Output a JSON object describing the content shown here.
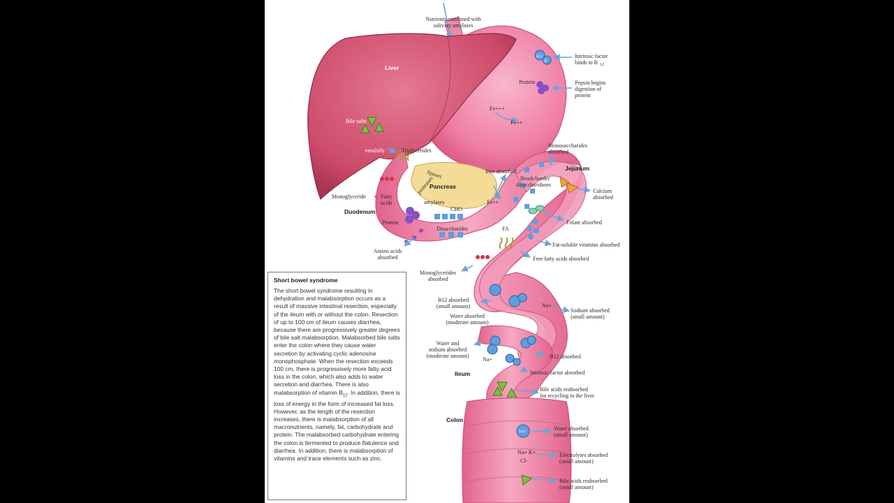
{
  "labels": {
    "nutrients": [
      "Nutrients combined with",
      "salivary amylases"
    ],
    "intrinsic_factor": [
      "Intrinsic factor",
      "binds to B"
    ],
    "intrinsic_sub": "12",
    "pepsin": [
      "Pepsin begins",
      "digestion of",
      "protein"
    ],
    "protein_stomach": "Protein",
    "liver": "Liver",
    "bile_salts": "Bile salts",
    "fe3": "Fe+++",
    "fe2": "Fe++",
    "emulsify": "emulsify",
    "triglycerides": "Triglycerides",
    "lipases": "lipases",
    "proteases": "proteases",
    "pancreas": "Pancreas",
    "iron_absorbed": "Iron absorbed",
    "monosaccharides": [
      "Monosaccharides",
      "absorbed"
    ],
    "jejunum": "Jejunum",
    "brush_border": [
      "Brush border",
      "disaccharidases"
    ],
    "calcium": [
      "Calcium",
      "absorbed"
    ],
    "monoglyceride": "Monoglyceride",
    "plus": "+",
    "fatty_acids": [
      "Fatty",
      "acids"
    ],
    "amylases": "amylases",
    "fe2_b": "Fe++",
    "cho": "CHO",
    "duodenum": "Duodenum",
    "protein_duod": "Protein",
    "disaccharides": "Disaccharides",
    "folate": "Folate absorbed",
    "fa": "FA",
    "fat_soluble": "Fat-soluble vitamins absorbed",
    "amino_acids": [
      "Amino acids",
      "absorbed"
    ],
    "free_fatty": "Free fatty acids absorbed",
    "monoglycerides_abs": [
      "Monoglycerides",
      "absorbed"
    ],
    "b12_small": [
      "B12 absorbed",
      "(small amount)"
    ],
    "water_mod": [
      "Water absorbed",
      "(moderate amount)"
    ],
    "na": "Na+",
    "sodium_abs": [
      "Sodium absorbed",
      "(small amount)"
    ],
    "water_sodium": [
      "Water and",
      "sodium absorbed",
      "(moderate amount)"
    ],
    "b12_abs": "B12 absorbed",
    "na2": "Na+",
    "intrinsic_abs": "Intrinsic factor absorbed",
    "ileum": "Ileum",
    "bile_reabs": [
      "Bile acids reabsorbed",
      "for recycling to the liver"
    ],
    "colon": "Colon",
    "water_small": [
      "Water absorbed",
      "(small amount)"
    ],
    "nak": "Na+  K+",
    "cl": "Cl-",
    "electrolytes": [
      "Electrolytes absorbed",
      "(small amount)"
    ],
    "bile_reabs2": [
      "Bile acids reabsorbed",
      "(small amount)"
    ],
    "h2o": "H2O",
    "b12": "B12",
    "if": "IF"
  },
  "box": {
    "title": "Short bowel syndrome",
    "body_parts": [
      "The short bowel syndrome resulting in dehydration and malabsorption occurs as a result of massive intestinal resection, especially of the ileum with or without the colon. Resection of up to 100 cm of ileum causes diarrhea, because there are progressively greater degrees of bile salt malabsorption. Malabsorbed bile salts enter the colon where they cause water secretion by activating cyclic adenosine monophosphate. When the resection exceeds 100 cm, there is progressively more fatty acid loss in the colon, which also adds to water secretion and diarrhea. There is also malabsorption of vitamin B",
      "12",
      ". In addition, there is loss of energy in the form of increased fat loss. However, as the length of the resection increases, there is malabsorption of all macronutrients, namely, fat, carbohydrate and protein. The malabsorbed carbohydrate entering the colon is fermented to produce flatulence and diarrhea. In addition, there is malabsorption of vitamins and trace elements such as zinc."
    ]
  },
  "colors": {
    "organ_pink": "#ef7fa6",
    "liver": "#cf4d6c",
    "pancreas": "#f4dc96",
    "arrow_blue": "#6aa6d6",
    "molecule_blue": "#5f9ee0",
    "protein_purple": "#8a4fc4",
    "bile_green": "#7cc23c"
  }
}
